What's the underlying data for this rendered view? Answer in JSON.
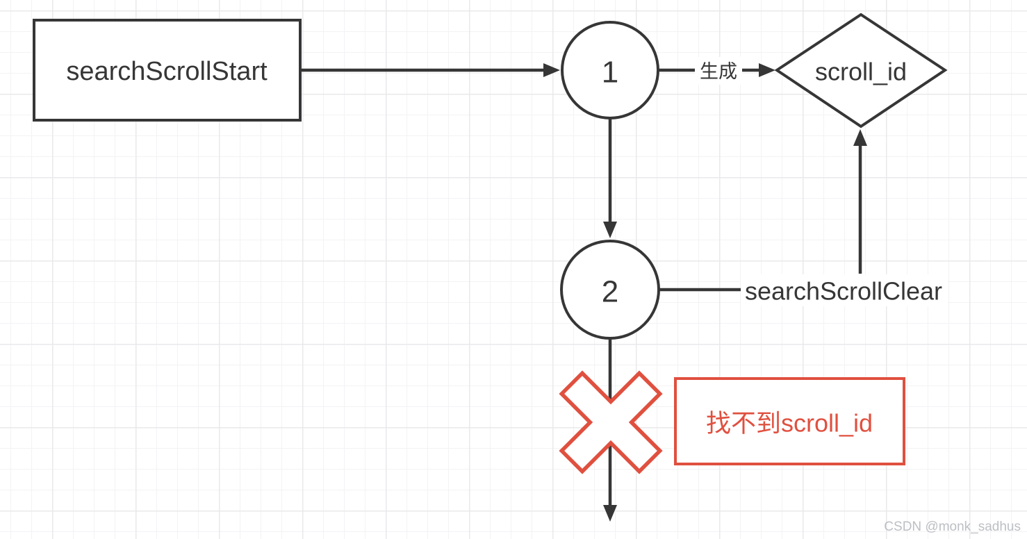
{
  "diagram": {
    "title_hint": "elasticsearch scroll flow diagram",
    "start_box": {
      "label": "searchScrollStart"
    },
    "step1": {
      "label": "1"
    },
    "step2": {
      "label": "2"
    },
    "scroll_id_node": {
      "label": "scroll_id"
    },
    "generate_edge": {
      "label": "生成"
    },
    "clear_edge": {
      "label": "searchScrollClear"
    },
    "error_box": {
      "label": "找不到scroll_id"
    },
    "watermark": {
      "label": "CSDN @monk_sadhus"
    },
    "colors": {
      "stroke_dark": "#363636",
      "error_red": "#e0503f",
      "grid_minor": "#f3f3f5",
      "grid_major": "#e9e9eb",
      "watermark_gray": "#bcbfc4",
      "background": "#ffffff"
    }
  }
}
